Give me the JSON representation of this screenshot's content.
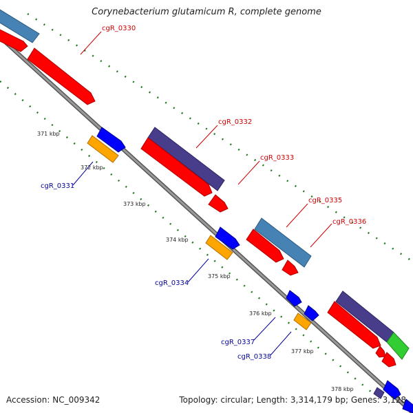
{
  "title": "Corynebacterium glutamicum R, complete genome",
  "footer": {
    "accession": "Accession: NC_009342",
    "stats": "Topology: circular; Length: 3,314,179 bp; Genes: 3,128"
  },
  "ticks": [
    "371 kbp",
    "372 kbp",
    "373 kbp",
    "374 kbp",
    "375 kbp",
    "376 kbp",
    "377 kbp",
    "378 kbp"
  ],
  "gene_labels": {
    "cgR_0330": "cgR_0330",
    "cgR_0331": "cgR_0331",
    "cgR_0332": "cgR_0332",
    "cgR_0333": "cgR_0333",
    "cgR_0334": "cgR_0334",
    "cgR_0335": "cgR_0335",
    "cgR_0336": "cgR_0336",
    "cgR_0337": "cgR_0337",
    "cgR_0338": "cgR_0338"
  },
  "colors": {
    "backbone": "#8a8a8a",
    "dots": "#1f7a1f",
    "cds_red": "#ff0000",
    "steel_blue": "#4682b4",
    "dark_slate": "#483d8b",
    "blue": "#0000ff",
    "orange": "#ffa500",
    "green": "#32cd32",
    "label_forward": "#cc0000",
    "label_reverse": "#000099"
  }
}
